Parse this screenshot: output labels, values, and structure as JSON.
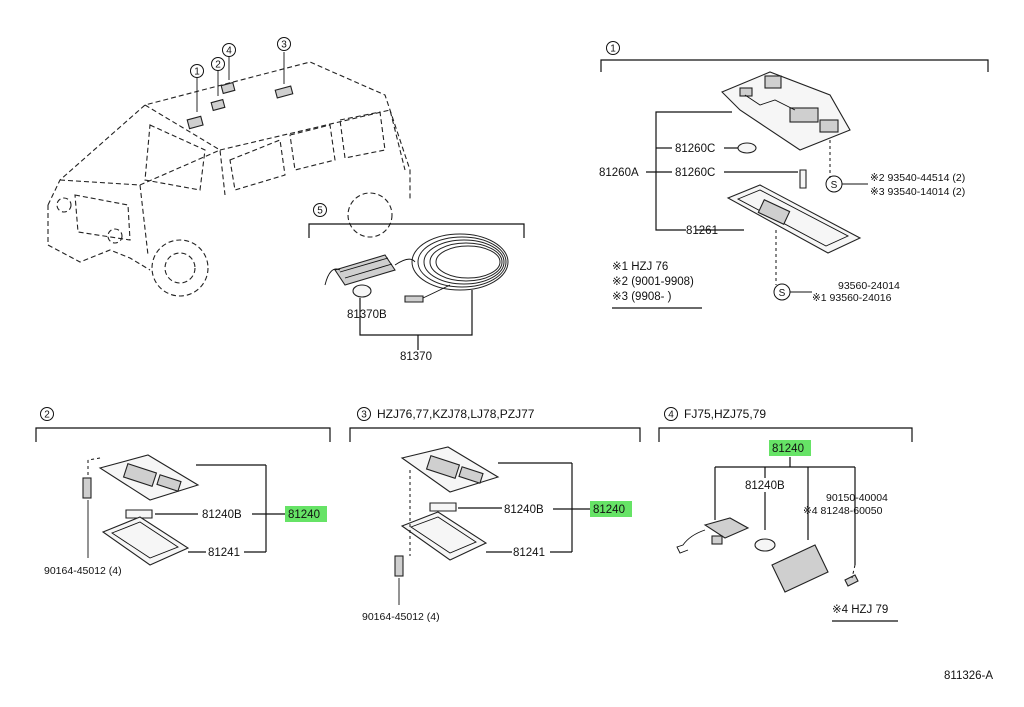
{
  "colors": {
    "highlight": "#66e366",
    "ink": "#111111"
  },
  "callouts": {
    "c1": "1",
    "c2": "2",
    "c3": "3",
    "c4": "4",
    "c5": "5"
  },
  "section1": {
    "parts": {
      "p81260a": "81260A",
      "p81260c_a": "81260C",
      "p81260c_b": "81260C",
      "p81261": "81261"
    },
    "screw_symbol": "S",
    "screws_top": [
      "※2 93540-44514 (2)",
      "※3 93540-14014 (2)"
    ],
    "screws_bottom": [
      "93560-24014",
      "※1 93560-24016"
    ],
    "notes": [
      "※1 HZJ 76",
      "※2 (9001-9908)",
      "※3 (9908-       )"
    ]
  },
  "section5": {
    "p81370b": "81370B",
    "p81370": "81370"
  },
  "section2": {
    "p81240b": "81240B",
    "p81240": "81240",
    "p81241": "81241",
    "bolt": "90164-45012 (4)"
  },
  "section3": {
    "header": "HZJ76,77,KZJ78,LJ78,PZJ77",
    "p81240b": "81240B",
    "p81240": "81240",
    "p81241": "81241",
    "bolt": "90164-45012 (4)"
  },
  "section4": {
    "header": "FJ75,HZJ75,79",
    "p81240": "81240",
    "p81240b": "81240B",
    "screw1": "90150-40004",
    "screw2": "※4 81248-60050",
    "note": "※4 HZJ 79"
  },
  "diagram_id": "811326-A"
}
